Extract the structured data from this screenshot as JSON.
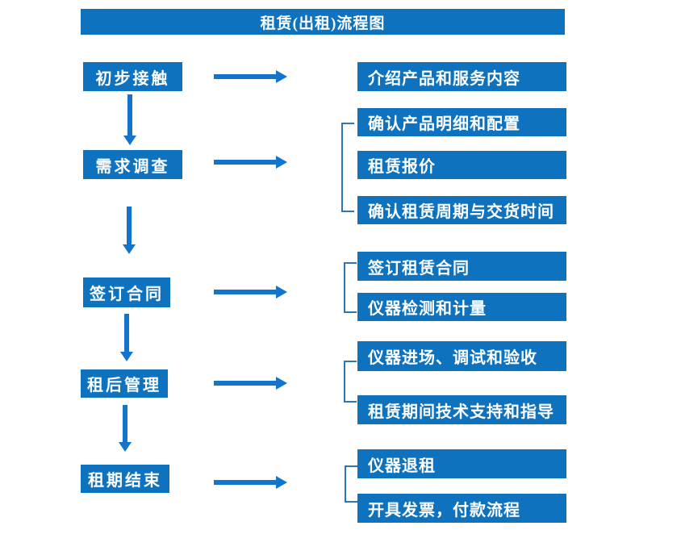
{
  "title": "租赁(出租)流程图",
  "colors": {
    "box_blue": "#0e72be",
    "arrow_blue": "#1274cc",
    "bracket_blue": "#2e75b6",
    "text": "#ffffff"
  },
  "stages": [
    {
      "label": "初步接触",
      "outputs": [
        "介绍产品和服务内容"
      ]
    },
    {
      "label": "需求调查",
      "outputs": [
        "确认产品明细和配置",
        "租赁报价",
        "确认租赁周期与交货时间"
      ]
    },
    {
      "label": "签订合同",
      "outputs": [
        "签订租赁合同",
        "仪器检测和计量"
      ]
    },
    {
      "label": "租后管理",
      "outputs": [
        "仪器进场、调试和验收",
        "租赁期间技术支持和指导"
      ]
    },
    {
      "label": "租期结束",
      "outputs": [
        "仪器退租",
        "开具发票，付款流程"
      ]
    }
  ]
}
